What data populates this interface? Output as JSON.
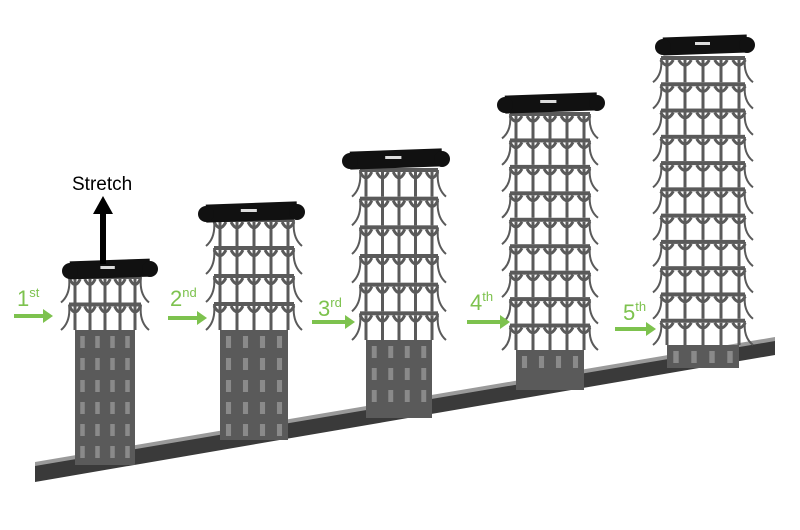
{
  "annotation": {
    "stretch_label": "Stretch"
  },
  "stages": [
    {
      "number": "1",
      "suffix": "st"
    },
    {
      "number": "2",
      "suffix": "nd"
    },
    {
      "number": "3",
      "suffix": "rd"
    },
    {
      "number": "4",
      "suffix": "th"
    },
    {
      "number": "5",
      "suffix": "th"
    }
  ],
  "colors": {
    "label": "#7dc24e",
    "sample": "#5a5a5a",
    "clamp": "#111111"
  }
}
